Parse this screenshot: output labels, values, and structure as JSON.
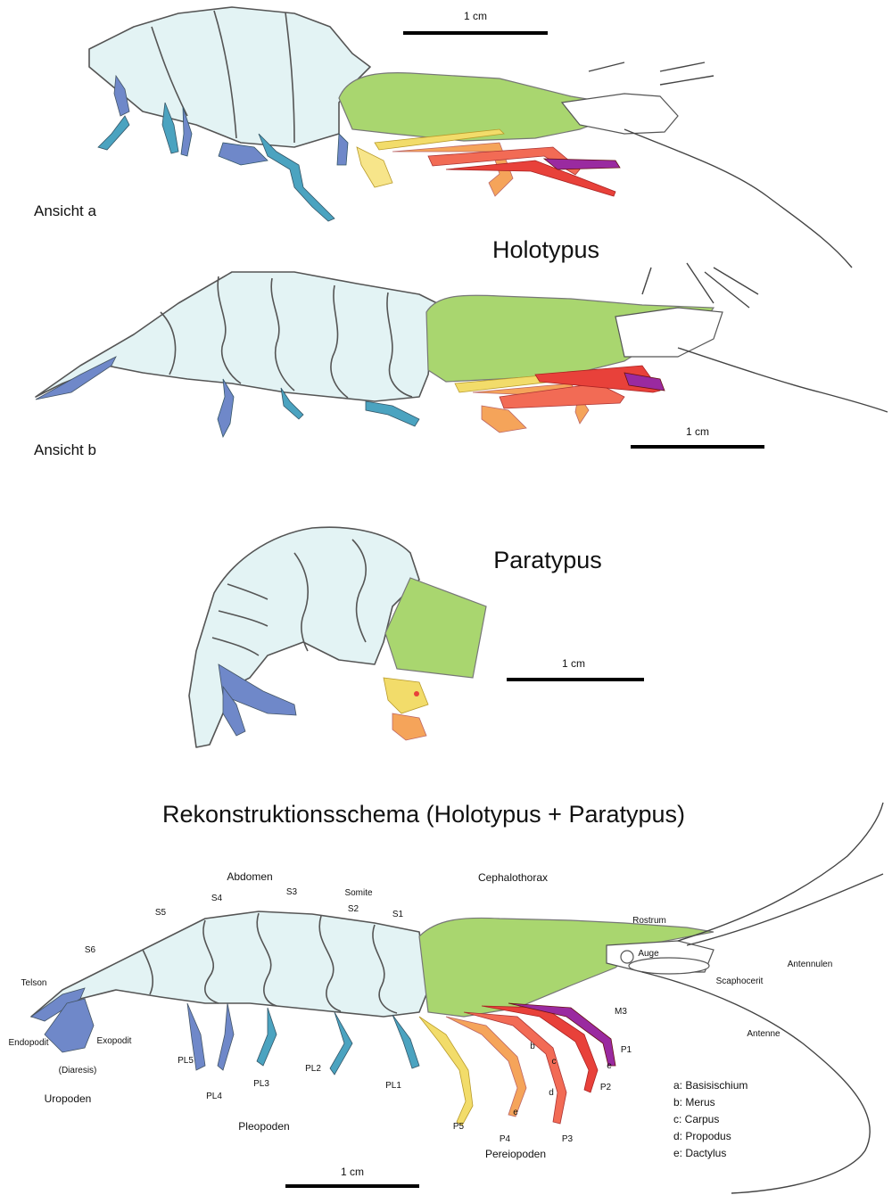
{
  "panels": {
    "holotypus_title": "Holotypus",
    "ansicht_a": "Ansicht a",
    "ansicht_b": "Ansicht b",
    "paratypus_title": "Paratypus",
    "reconstruction_title": "Rekonstruktionsschema (Holotypus + Paratypus)"
  },
  "scale_bars": {
    "a": "1 cm",
    "b": "1 cm",
    "paratypus": "1 cm",
    "reconstruction": "1 cm"
  },
  "labels": {
    "abdomen": "Abdomen",
    "cephalothorax": "Cephalothorax",
    "somite": "Somite",
    "s1": "S1",
    "s2": "S2",
    "s3": "S3",
    "s4": "S4",
    "s5": "S5",
    "s6": "S6",
    "telson": "Telson",
    "endopodit": "Endopodit",
    "exopodit": "Exopodit",
    "diaresis": "(Diaresis)",
    "uropoden": "Uropoden",
    "pleopoden": "Pleopoden",
    "pl1": "PL1",
    "pl2": "PL2",
    "pl3": "PL3",
    "pl4": "PL4",
    "pl5": "PL5",
    "pereiopoden": "Pereiopoden",
    "p1": "P1",
    "p2": "P2",
    "p3": "P3",
    "p4": "P4",
    "p5": "P5",
    "m3": "M3",
    "rostrum": "Rostrum",
    "auge": "Auge",
    "antennulen": "Antennulen",
    "scaphocerit": "Scaphocerit",
    "antenne": "Antenne",
    "seg_b": "b",
    "seg_c": "c",
    "seg_d": "d",
    "seg_e": "e",
    "seg_e2": "e"
  },
  "legend": [
    "a: Basisischium",
    "b: Merus",
    "c: Carpus",
    "d: Propodus",
    "e: Dactylus"
  ],
  "colors": {
    "body": "#e3f3f4",
    "cephalothorax": "#a9d66f",
    "pleopod": "#6f88c9",
    "pleopod_teal": "#4ba3c0",
    "p5": "#f2dc6a",
    "p4": "#f5a45a",
    "p3": "#f26b55",
    "p2": "#e8413a",
    "p1": "#9a2aa0"
  }
}
